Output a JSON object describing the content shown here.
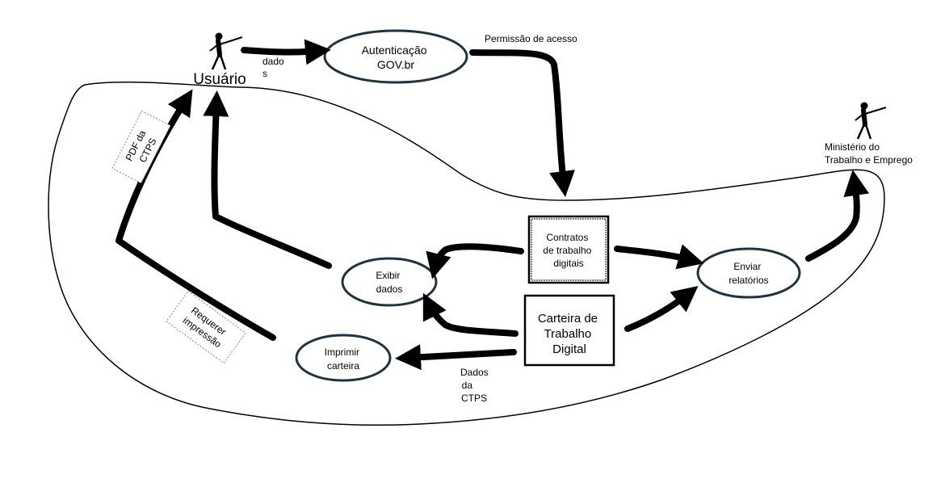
{
  "actors": {
    "usuario": {
      "label": "Usuário"
    },
    "ministerio": {
      "line1": "Ministério do",
      "line2": "Trabalho e Emprego"
    }
  },
  "processes": {
    "autenticacao": {
      "line1": "Autenticação",
      "line2": "GOV.br"
    },
    "exibir": {
      "line1": "Exibir",
      "line2": "dados"
    },
    "imprimir": {
      "line1": "Imprimir",
      "line2": "carteira"
    },
    "enviar": {
      "line1": "Enviar",
      "line2": "relatórios"
    }
  },
  "stores": {
    "contratos": {
      "line1": "Contratos",
      "line2": "de trabalho",
      "line3": "digitais"
    },
    "carteira": {
      "line1": "Carteira de",
      "line2": "Trabalho",
      "line3": "Digital"
    }
  },
  "flows": {
    "dados": {
      "line1": "dado",
      "line2": "s"
    },
    "permissao": {
      "text": "Permissão de acesso"
    },
    "pdf_ctps": {
      "line1": "PDF da",
      "line2": "CTPS"
    },
    "requerer": {
      "line1": "Requerer",
      "line2": "impressão"
    },
    "dados_ctps": {
      "line1": "Dados",
      "line2": "da",
      "line3": "CTPS"
    }
  },
  "colors": {
    "ellipse_stroke": "#1f3340",
    "ink": "#000000",
    "dotted_box": "#888888"
  }
}
